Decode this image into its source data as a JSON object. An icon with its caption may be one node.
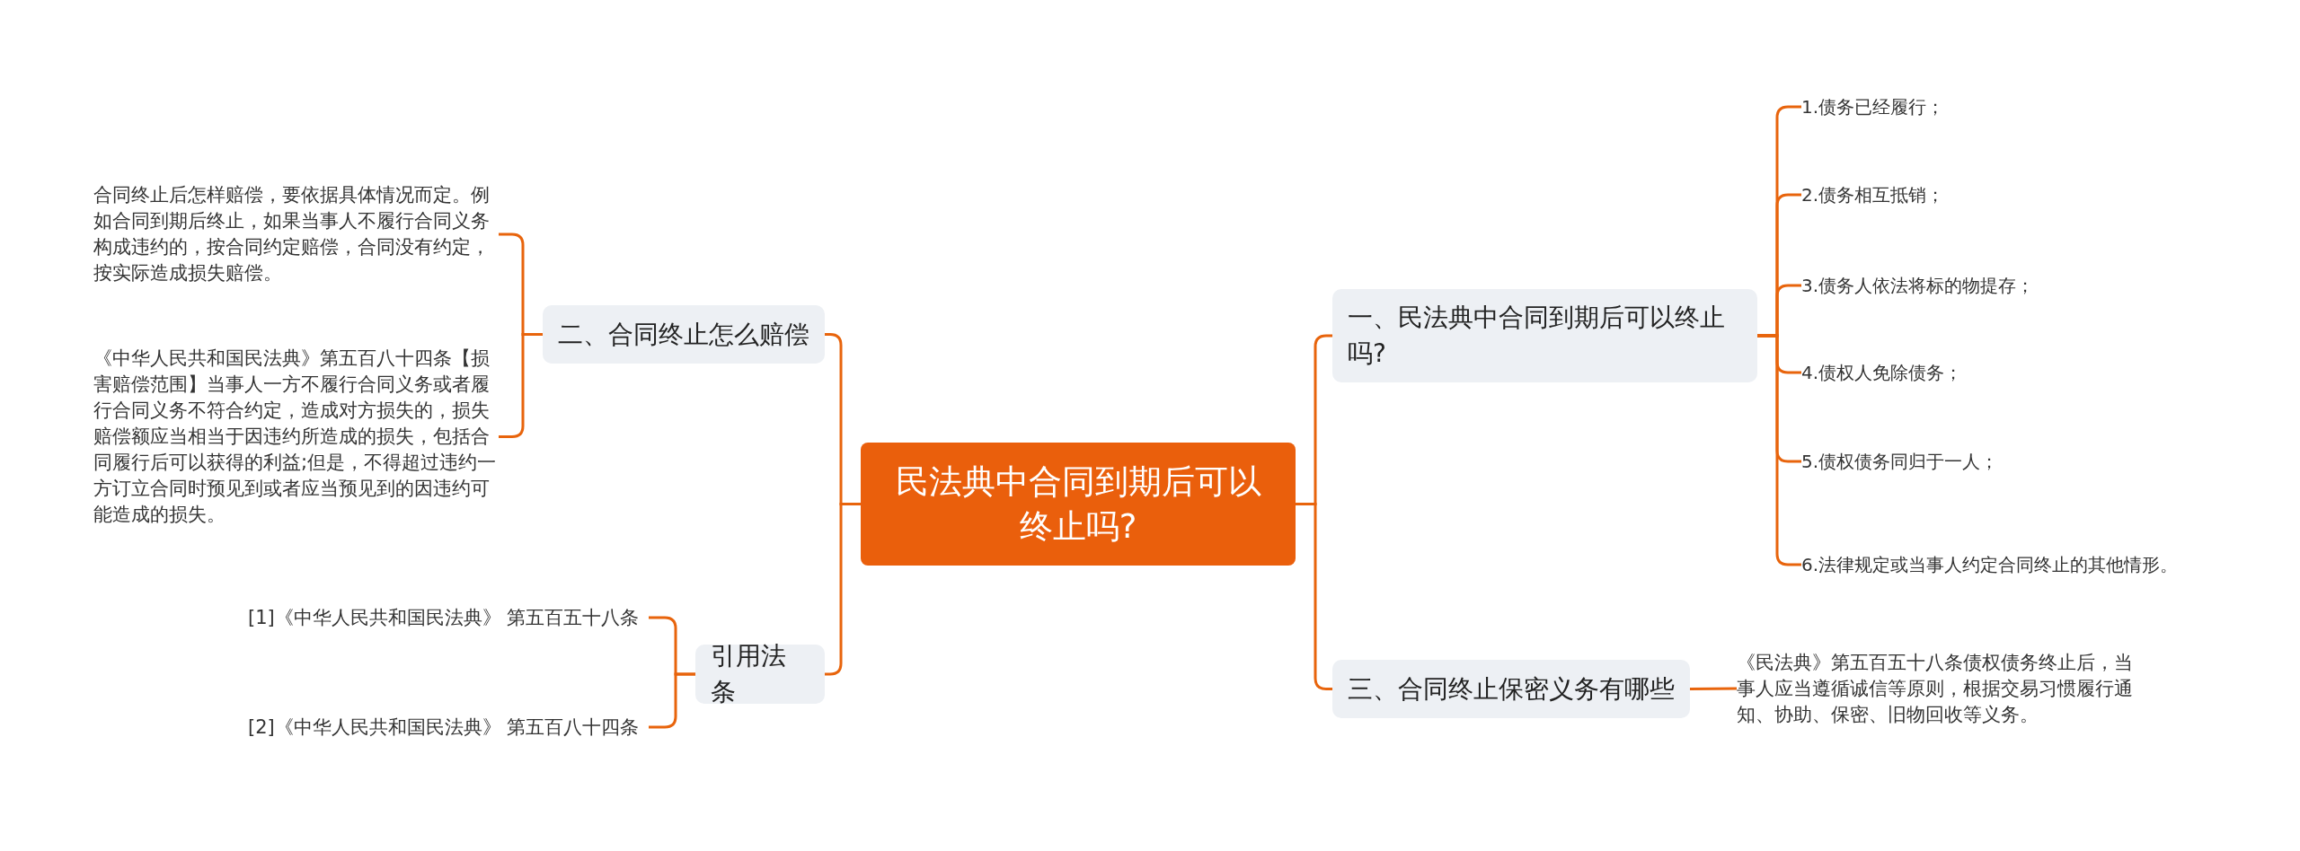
{
  "diagram": {
    "nodes": [
      {
        "text": [
          "民法典中合同到期后可以终止吗?"
        ]
      },
      {
        "text": [
          "二、合同终止怎么赔偿"
        ]
      },
      {
        "text": [
          "合同终止后怎样赔偿，要依据具体情况而定。例如合同到期后终止，如果当事人不履行合同义务构成违约的，按合同约定赔偿，合同没有约定，按实际造成损失赔偿。"
        ]
      },
      {
        "text": [
          "《中华人民共和国民法典》第五百八十四条【损害赔偿范围】当事人一方不履行合同义务或者履行合同义务不符合约定，造成对方损失的，损失赔偿额应当相当于因违约所造成的损失，包括合同履行后可以获得的利益;但是，不得超过违约一方订立合同时预见到或者应当预见到的因违约可能造成的损失。"
        ]
      },
      {
        "text": [
          "引用法条"
        ]
      },
      {
        "text": [
          "[1]《中华人民共和国民法典》 第五百五十八条"
        ]
      },
      {
        "text": [
          "[2]《中华人民共和国民法典》 第五百八十四条"
        ]
      },
      {
        "text": [
          "一、民法典中合同到期后可以终止吗?"
        ]
      },
      {
        "text": [
          "1.债务已经履行；"
        ]
      },
      {
        "text": [
          "2.债务相互抵销；"
        ]
      },
      {
        "text": [
          "3.债务人依法将标的物提存；"
        ]
      },
      {
        "text": [
          "4.债权人免除债务；"
        ]
      },
      {
        "text": [
          "5.债权债务同归于一人；"
        ]
      },
      {
        "text": [
          "6.法律规定或当事人约定合同终止的其他情形。"
        ]
      },
      {
        "text": [
          "三、合同终止保密义务有哪些"
        ]
      },
      {
        "text": [
          "《民法典》第五百五十八条债权债务终止后，当事人应当遵循诚信等原则，根据交易习惯履行通知、协助、保密、旧物回收等义务。"
        ]
      }
    ],
    "edges": [
      {
        "from": 0,
        "to": 1,
        "arrow": "none"
      },
      {
        "from": 1,
        "to": 2,
        "arrow": "none"
      },
      {
        "from": 1,
        "to": 3,
        "arrow": "none"
      },
      {
        "from": 0,
        "to": 4,
        "arrow": "none"
      },
      {
        "from": 4,
        "to": 5,
        "arrow": "none"
      },
      {
        "from": 4,
        "to": 6,
        "arrow": "none"
      },
      {
        "from": 0,
        "to": 7,
        "arrow": "none"
      },
      {
        "from": 7,
        "to": 8,
        "arrow": "none"
      },
      {
        "from": 7,
        "to": 9,
        "arrow": "none"
      },
      {
        "from": 7,
        "to": 10,
        "arrow": "none"
      },
      {
        "from": 7,
        "to": 11,
        "arrow": "none"
      },
      {
        "from": 7,
        "to": 12,
        "arrow": "none"
      },
      {
        "from": 7,
        "to": 13,
        "arrow": "none"
      },
      {
        "from": 0,
        "to": 14,
        "arrow": "none"
      },
      {
        "from": 14,
        "to": 15,
        "arrow": "none"
      }
    ]
  }
}
